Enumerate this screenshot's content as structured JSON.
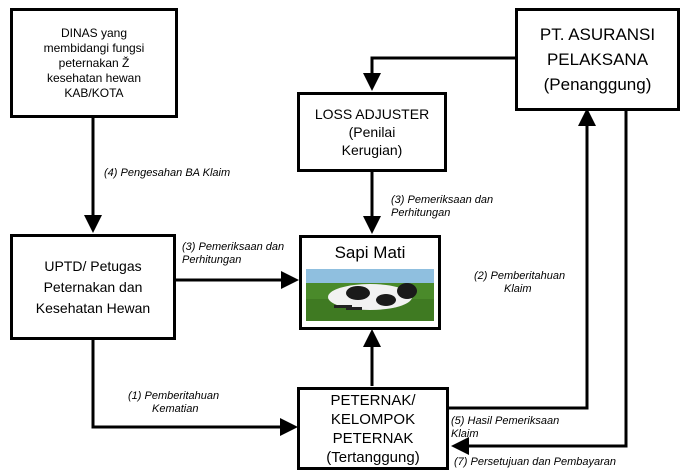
{
  "boxes": {
    "dinas": [
      "DINAS yang",
      "membidangi fungsi",
      "peternakan Ž",
      "kesehatan hewan",
      "KAB/KOTA"
    ],
    "asuransi": [
      "PT. ASURANSI",
      "PELAKSANA",
      "(Penanggung)"
    ],
    "loss_adjuster": [
      "LOSS ADJUSTER",
      "(Penilai",
      "Kerugian)"
    ],
    "uptd": [
      "UPTD/ Petugas",
      "Peternakan dan",
      "Kesehatan Hewan"
    ],
    "sapi_mati": {
      "title": "Sapi Mati",
      "image_icon": "dead-cow-photo"
    },
    "peternak": [
      "PETERNAK/",
      "KELOMPOK",
      "PETERNAK",
      "(Tertanggung)"
    ]
  },
  "labels": {
    "l4": [
      "(4) Pengesahan BA Klaim"
    ],
    "l3_right": [
      "(3) Pemeriksaan dan",
      "Perhitungan"
    ],
    "l3_left": [
      "(3) Pemeriksaan dan",
      "Perhitungan"
    ],
    "l2": [
      "(2) Pemberitahuan",
      "Klaim"
    ],
    "l1": [
      "(1) Pemberitahuan",
      "Kematian"
    ],
    "l5": [
      "(5) Hasil Pemeriksaan",
      "Klaim"
    ],
    "l7": [
      "(7) Persetujuan dan Pembayaran"
    ]
  },
  "colors": {
    "line": "#000000",
    "box_border": "#000000",
    "grass": "#4a8a2a",
    "sky": "#8fbfdf"
  }
}
